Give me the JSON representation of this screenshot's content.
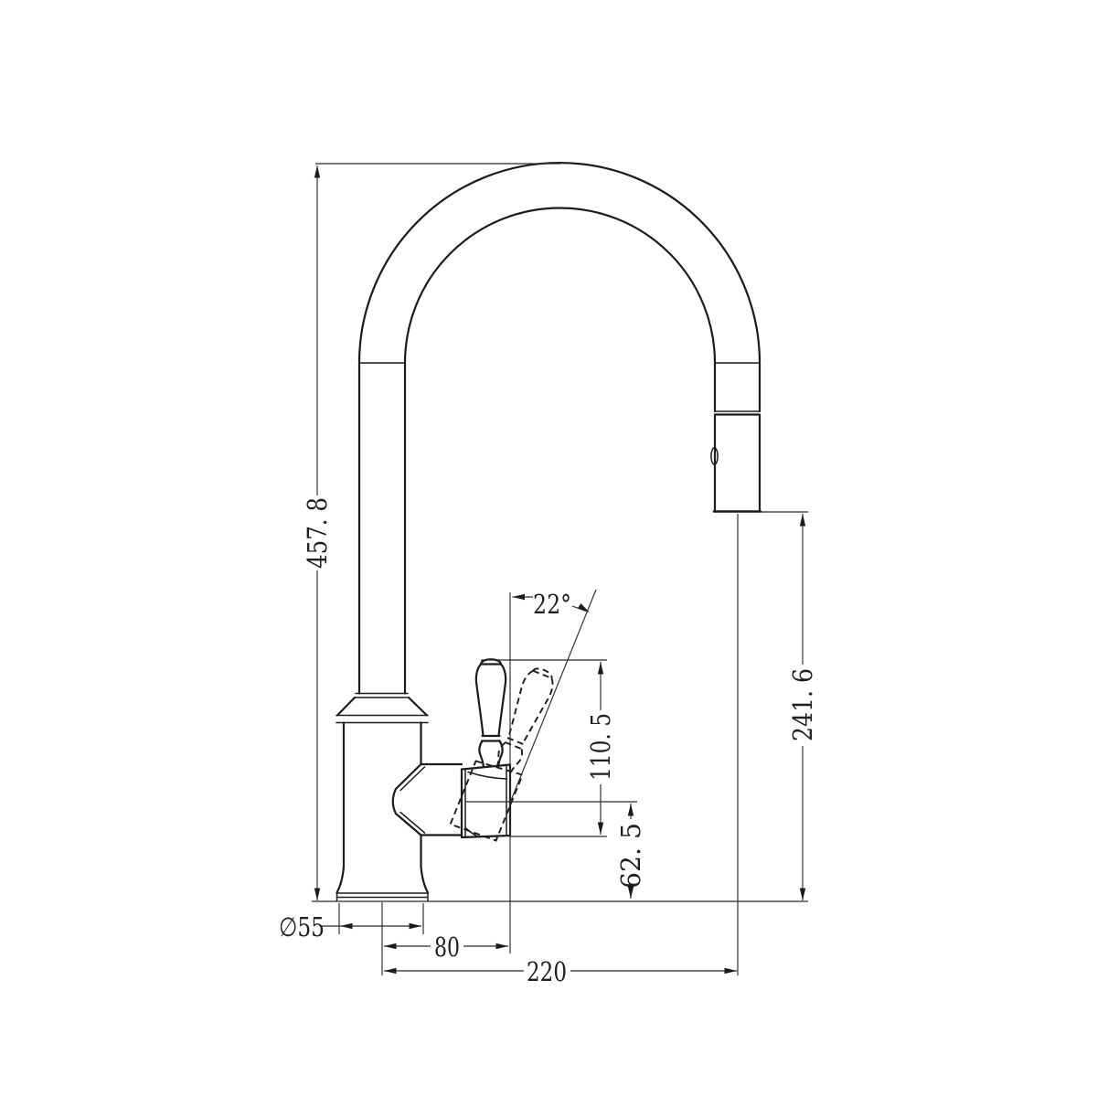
{
  "page": {
    "background": "#ffffff"
  },
  "drawing": {
    "kind": "faucet-dimension-drawing",
    "stroke_color": "#1c1c1c",
    "dimensions": {
      "overall_height": "457. 8",
      "spout_outlet_height": "241. 6",
      "handle_top_height": "110. 5",
      "outlet_center_height": "62. 5",
      "handle_swing_angle": "22°",
      "base_diameter": "∅55",
      "handle_axis_offset": "80",
      "spout_reach": "220"
    }
  }
}
